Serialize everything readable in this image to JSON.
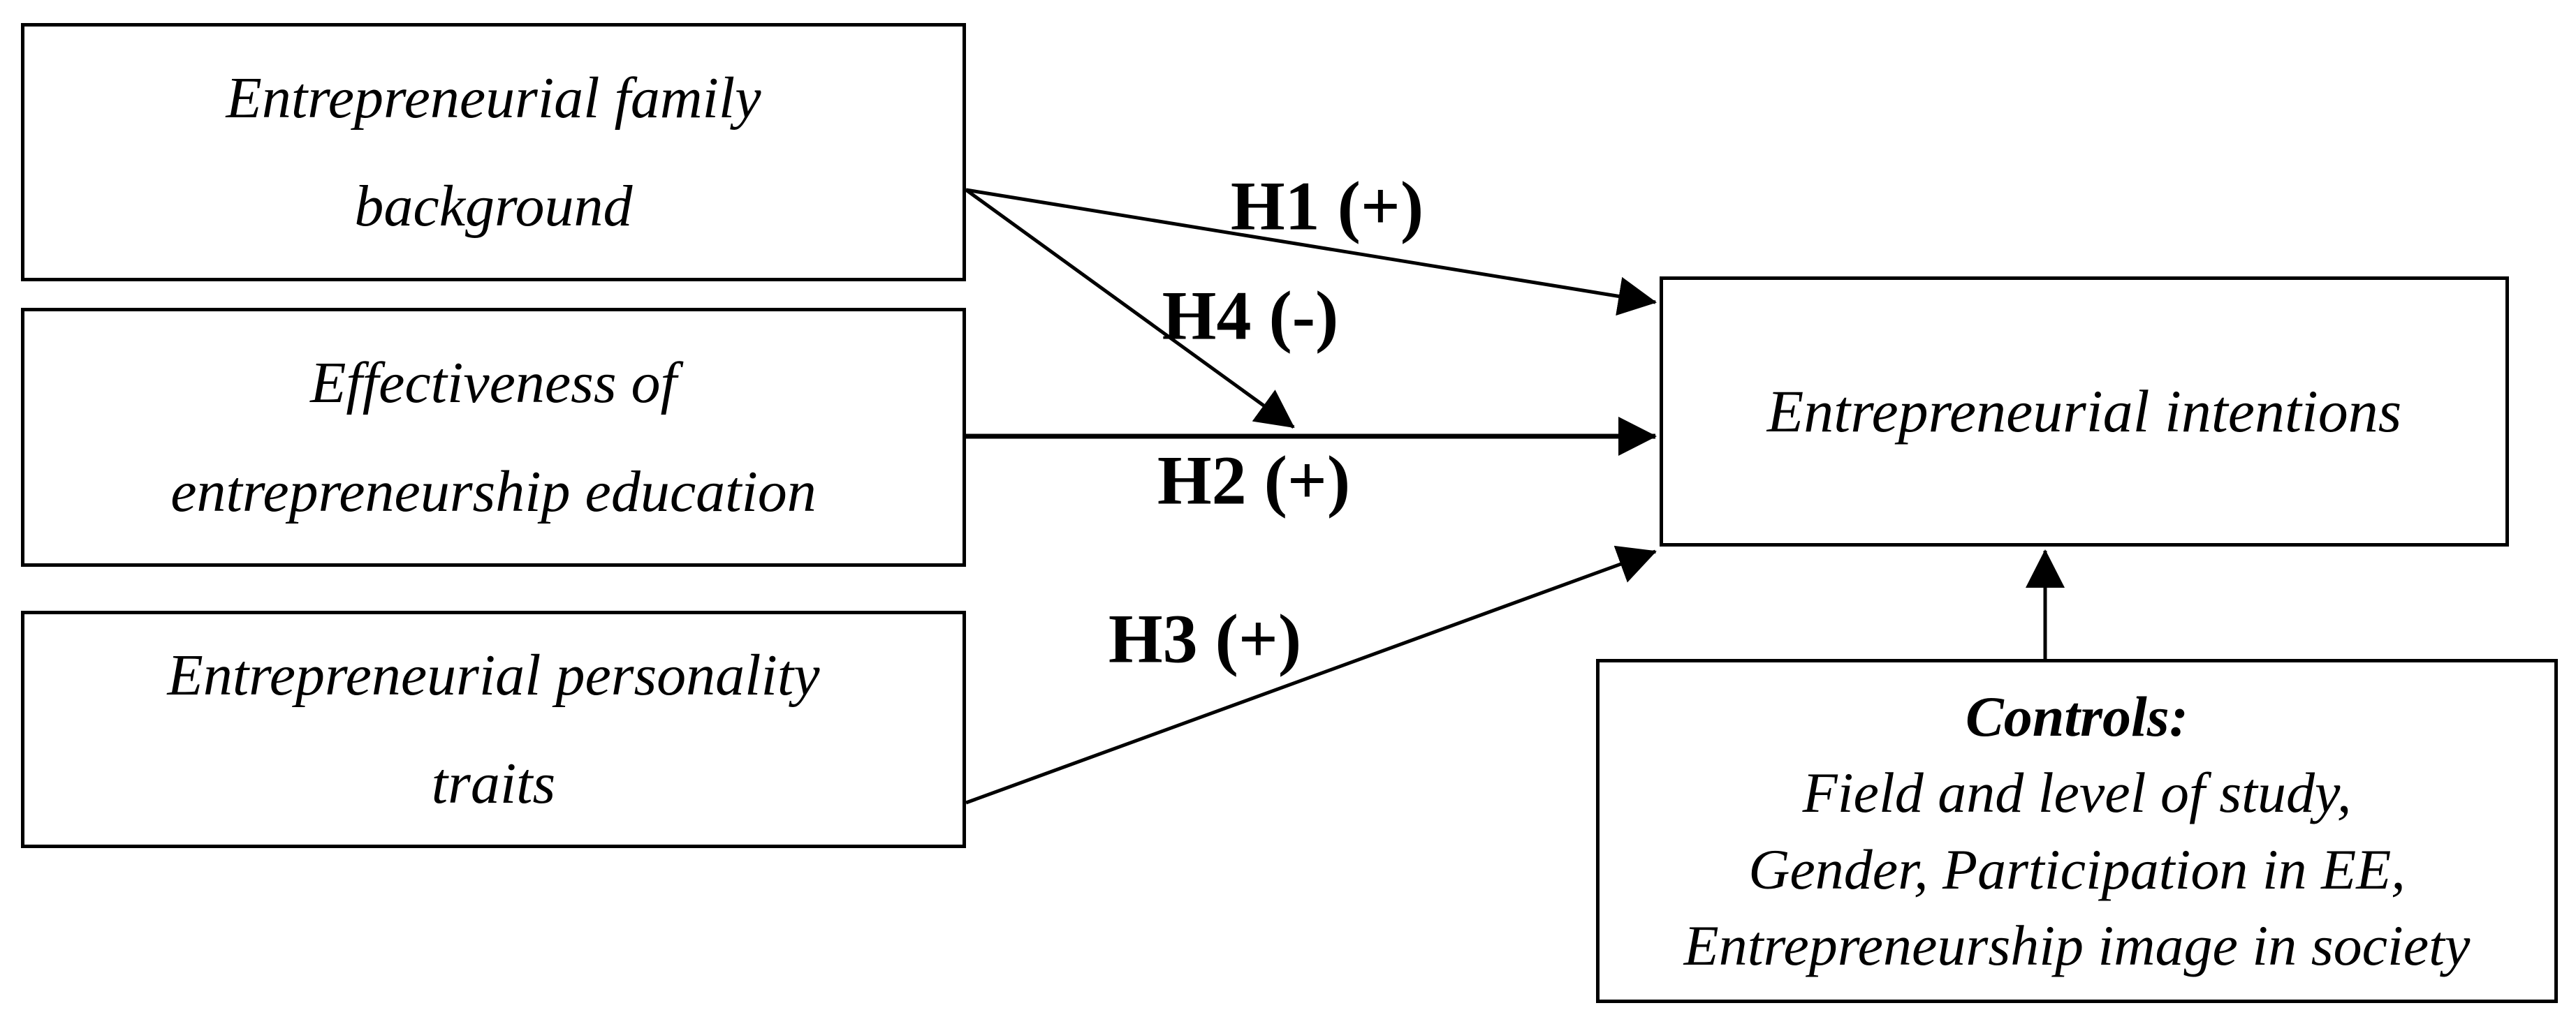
{
  "diagram": {
    "boxes": {
      "family": {
        "line1": "Entrepreneurial family",
        "line2": "background"
      },
      "education": {
        "line1": "Effectiveness of",
        "line2": "entrepreneurship education"
      },
      "traits": {
        "line1": "Entrepreneurial personality",
        "line2": "traits"
      },
      "intentions": {
        "label": "Entrepreneurial intentions"
      },
      "controls": {
        "title": "Controls:",
        "lines": [
          "Field and level of study,",
          "Gender, Participation in EE,",
          "Entrepreneurship image in society"
        ]
      }
    },
    "hypotheses": {
      "h1": "H1 (+)",
      "h2": "H2 (+)",
      "h3": "H3 (+)",
      "h4": "H4 (-)"
    },
    "colors": {
      "line": "#000000",
      "text": "#000000",
      "background": "#ffffff"
    }
  }
}
